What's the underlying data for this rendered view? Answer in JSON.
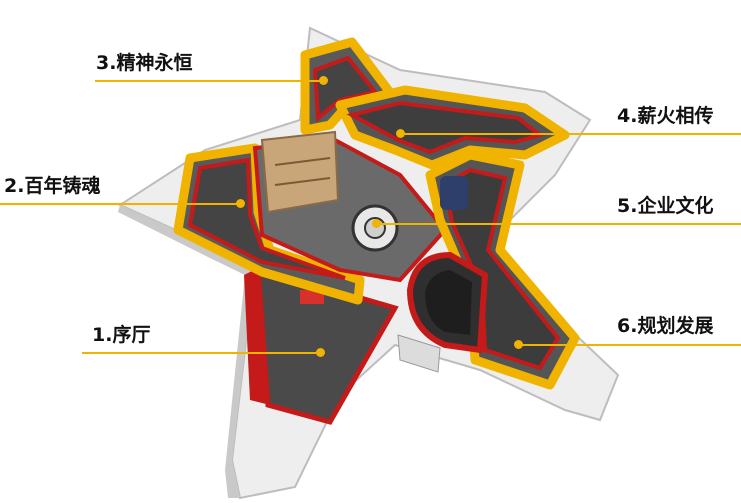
{
  "labels": {
    "l3": "3.精神永恒",
    "l2": "2.百年铸魂",
    "l1": "1.序厅",
    "l4": "4.薪火相传",
    "l5": "5.企业文化",
    "l6": "6.规划发展"
  },
  "colors": {
    "accent": "#f0b400",
    "outline": "#e8b000",
    "red": "#c41a1a",
    "floor": "#555555",
    "wall": "#eeeeee"
  }
}
